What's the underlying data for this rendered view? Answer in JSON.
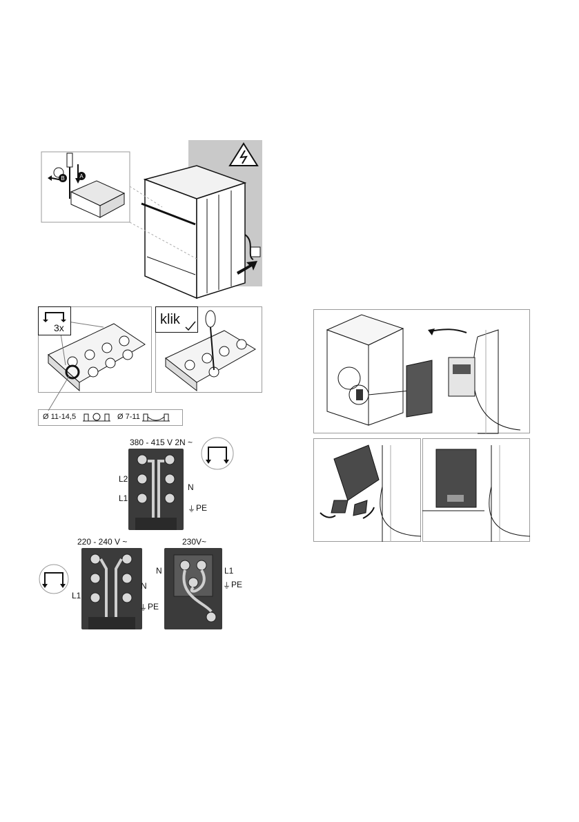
{
  "fig1": {
    "callouts": [
      "B",
      "A"
    ]
  },
  "fig2": {
    "badge": "3x",
    "klik": "klik",
    "cable_small": "Ø 11-14,5",
    "cable_large": "Ø 7-11"
  },
  "wiring": {
    "three_phase": {
      "title": "380 - 415 V 2N ~",
      "left_labels": [
        "L2",
        "L1"
      ],
      "right_labels": [
        "N",
        "PE"
      ]
    },
    "single_phase": {
      "title": "220 - 240 V ~",
      "left_labels": [
        "L1"
      ],
      "right_labels": [
        "N",
        "PE"
      ]
    },
    "single_230": {
      "title": "230V~",
      "left_labels": [
        "N"
      ],
      "right_labels": [
        "L1",
        "PE"
      ]
    }
  }
}
